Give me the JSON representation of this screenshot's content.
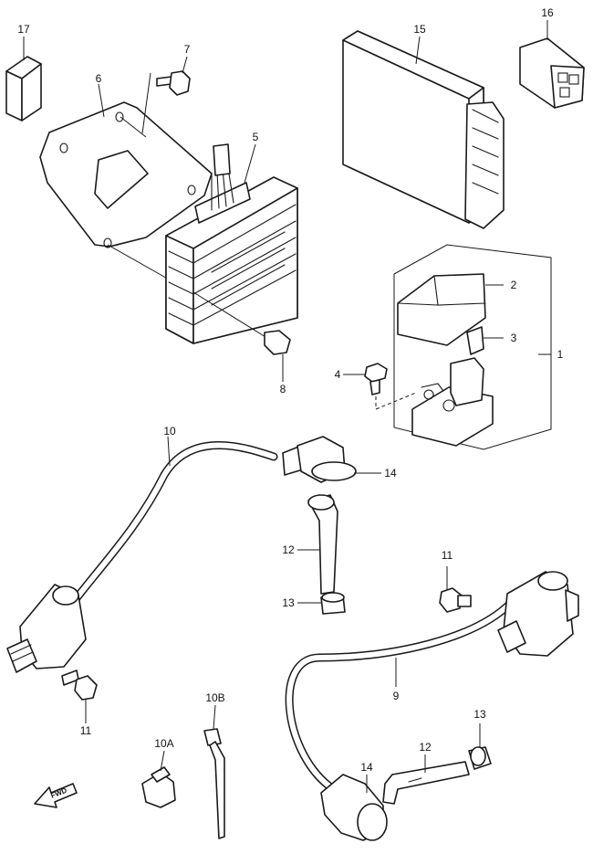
{
  "diagram": {
    "callouts": {
      "p1": "1",
      "p2": "2",
      "p3": "3",
      "p4": "4",
      "p5": "5",
      "p6": "6",
      "p7": "7",
      "p8": "8",
      "p9": "9",
      "p10": "10",
      "p10a": "10A",
      "p10b": "10B",
      "p11a": "11",
      "p11b": "11",
      "p12a": "12",
      "p12b": "12",
      "p13a": "13",
      "p13b": "13",
      "p14a": "14",
      "p14b": "14",
      "p15": "15",
      "p16": "16",
      "p17": "17"
    },
    "forward_arrow_label": "FWD"
  }
}
